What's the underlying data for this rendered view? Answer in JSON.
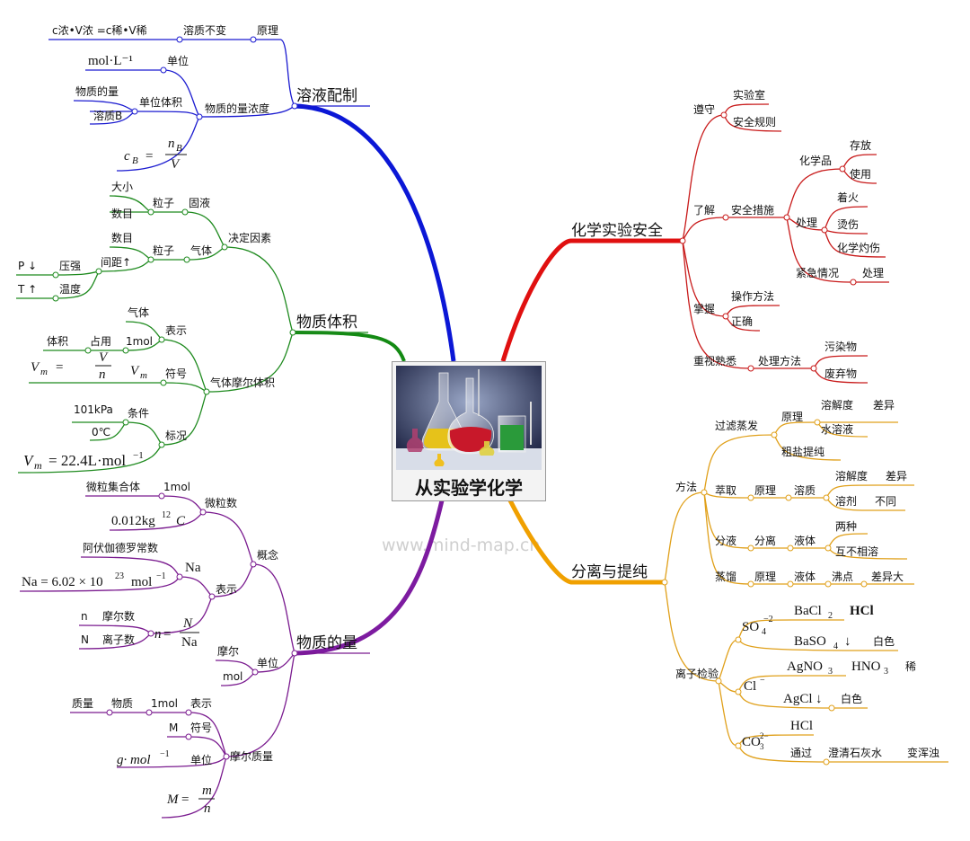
{
  "center": {
    "title": "从实验学化学"
  },
  "watermark": "www.mind-map.cn",
  "branches": {
    "solution_prep": {
      "label": "溶液配制",
      "principle": "原理",
      "dilution_formula": "c浓•V浓 =c稀•V稀",
      "solute_constant": "溶质不变",
      "molar_concentration": "物质的量浓度",
      "unit": "单位",
      "unit_value": "mol·L⁻¹",
      "per_volume": "单位体积",
      "amount": "物质的量",
      "solute_b": "溶质B",
      "formula": {
        "lhs": "c",
        "sub": "B",
        "eq": "=",
        "num": "n",
        "num_sub": "B",
        "den": "V"
      }
    },
    "volume": {
      "label": "物质体积",
      "decisive": "决定因素",
      "particle": "粒子",
      "solid_liquid": "固液",
      "size": "大小",
      "count": "数目",
      "gas": "气体",
      "count2": "数目",
      "spacing": "间距↑",
      "pressure": "压强",
      "p_down": "P ↓",
      "temperature": "温度",
      "t_up": "T ↑",
      "molar_volume": "气体摩尔体积",
      "represent": "表示",
      "gas2": "气体",
      "one_mol": "1mol",
      "occupy": "占用",
      "vol": "体积",
      "symbol": "符号",
      "vm_formula": {
        "lhs": "V",
        "sub": "m",
        "eq": "=",
        "num": "V",
        "den": "n"
      },
      "vm": {
        "v": "V",
        "sub": "m"
      },
      "stp": "标况",
      "condition": "条件",
      "kpa": "101kPa",
      "zero_c": "0℃",
      "vm_value": {
        "lhs": "V",
        "sub": "m",
        "rhs": "= 22.4L·mol",
        "sup": "−1"
      }
    },
    "amount": {
      "label": "物质的量",
      "concept": "概念",
      "micro_collection": "微粒数",
      "particle_set": "微粒集合体",
      "one_mol": "1mol",
      "carbon12": {
        "text": "0.012kg",
        "sup": "12",
        "el": "C"
      },
      "represent": "表示",
      "na_label": "Na",
      "avogadro": "阿伏伽德罗常数",
      "avogadro_value": {
        "text": "Na = 6.02 × 10",
        "sup": "23",
        "tail": "mol",
        "tail_sup": "−1"
      },
      "n_formula": {
        "lhs": "n",
        "eq": "=",
        "num": "N",
        "den": "Na"
      },
      "n_sym": "n",
      "molar_count": "摩尔数",
      "N_sym": "N",
      "ion_count": "离子数",
      "unit": "单位",
      "mole": "摩尔",
      "mol": "mol",
      "molar_mass": "摩尔质量",
      "mm_represent": "表示",
      "mass": "质量",
      "substance": "物质",
      "mm_1mol": "1mol",
      "mm_symbol": "符号",
      "M": "M",
      "mm_unit": "单位",
      "g_mol": {
        "text": "g· mol",
        "sup": "−1"
      },
      "M_formula": {
        "lhs": "M",
        "eq": "=",
        "num": "m",
        "den": "n"
      }
    },
    "safety": {
      "label": "化学实验安全",
      "obey": "遵守",
      "lab": "实验室",
      "rules": "安全规则",
      "understand": "了解",
      "measures": "安全措施",
      "chemicals": "化学品",
      "storage": "存放",
      "use": "使用",
      "handle": "处理",
      "fire": "着火",
      "scald": "烫伤",
      "chem_burn": "化学灼伤",
      "emergency": "紧急情况",
      "handle2": "处理",
      "master": "掌握",
      "operation": "操作方法",
      "correct": "正确",
      "value": "重视熟悉",
      "treatment": "处理方法",
      "pollutant": "污染物",
      "waste": "废弃物"
    },
    "separation": {
      "label": "分离与提纯",
      "method": "方法",
      "filter": "过滤蒸发",
      "principle": "原理",
      "solubility": "溶解度",
      "diff": "差异",
      "water_sol": "水溶液",
      "salt": "粗盐提纯",
      "extract": "萃取",
      "principle2": "原理",
      "solute": "溶质",
      "solubility2": "溶解度",
      "diff2": "差异",
      "solvent": "溶剂",
      "different": "不同",
      "sep_liquid": "分液",
      "separate": "分离",
      "liquid": "液体",
      "two": "两种",
      "immiscible": "互不相溶",
      "distill": "蒸馏",
      "principle3": "原理",
      "liquid2": "液体",
      "boiling": "沸点",
      "big_diff": "差异大",
      "ion_test": "离子检验",
      "so4": {
        "text": "SO",
        "sub": "4",
        "sup": "−2"
      },
      "bacl2": {
        "text": "BaCl",
        "sub": "2"
      },
      "hcl": "HCl",
      "baso4": {
        "text": "BaSO",
        "sub": "4",
        "arrow": "↓"
      },
      "white": "白色",
      "cl": {
        "text": "Cl",
        "sup": "−"
      },
      "agno3": {
        "text": "AgNO",
        "sub": "3"
      },
      "hno3": {
        "text": "HNO",
        "sub": "3"
      },
      "dilute": "稀",
      "agcl": {
        "text": "AgCl",
        "arrow": "↓"
      },
      "white2": "白色",
      "co3": {
        "text": "CO",
        "sub": "3",
        "sup": "2−"
      },
      "hcl2": "HCl",
      "pass": "通过",
      "limewater": "澄清石灰水",
      "turbid": "变浑浊"
    }
  }
}
